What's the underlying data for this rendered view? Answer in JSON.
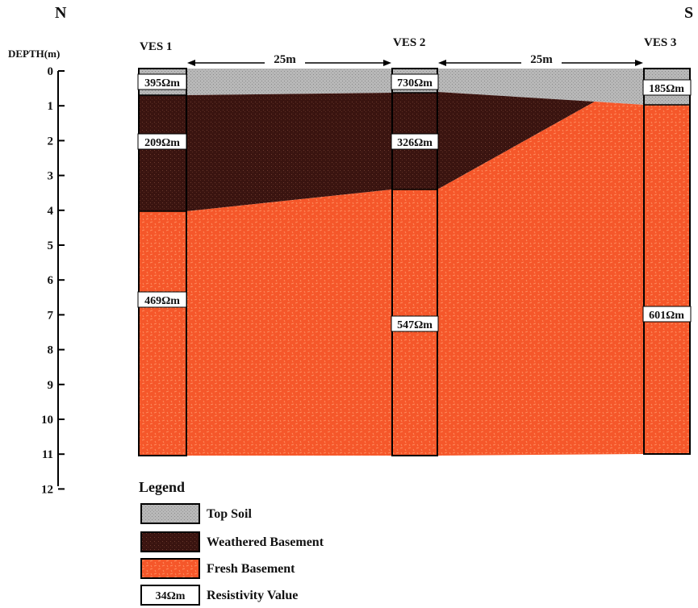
{
  "orientation": {
    "north": "N",
    "south": "S"
  },
  "depth_axis": {
    "label": "DEPTH(m)",
    "ticks": [
      "0",
      "1",
      "2",
      "3",
      "4",
      "5",
      "6",
      "7",
      "8",
      "9",
      "10",
      "11",
      "12"
    ]
  },
  "stations": [
    {
      "name": "VES 1",
      "top_soil": "395Ωm",
      "weathered": "209Ωm",
      "fresh": "469Ωm"
    },
    {
      "name": "VES 2",
      "top_soil": "730Ωm",
      "weathered": "326Ωm",
      "fresh": "547Ωm"
    },
    {
      "name": "VES 3",
      "top_soil": "185Ωm",
      "fresh": "601Ωm"
    }
  ],
  "spacings": [
    "25m",
    "25m"
  ],
  "legend": {
    "title": "Legend",
    "items": [
      {
        "key": "top_soil",
        "label": "Top Soil",
        "color": "#b8b8b8"
      },
      {
        "key": "weathered",
        "label": "Weathered Basement",
        "color": "#3a1410"
      },
      {
        "key": "fresh",
        "label": "Fresh Basement",
        "color": "#f5572a"
      },
      {
        "key": "resistivity",
        "label": "Resistivity Value",
        "sample": "34Ωm"
      }
    ]
  },
  "colors": {
    "top_soil": "#b8b8b8",
    "weathered": "#3a1410",
    "fresh": "#f5572a",
    "fresh_speckle": "#ff8a5c",
    "outline": "#000000"
  }
}
